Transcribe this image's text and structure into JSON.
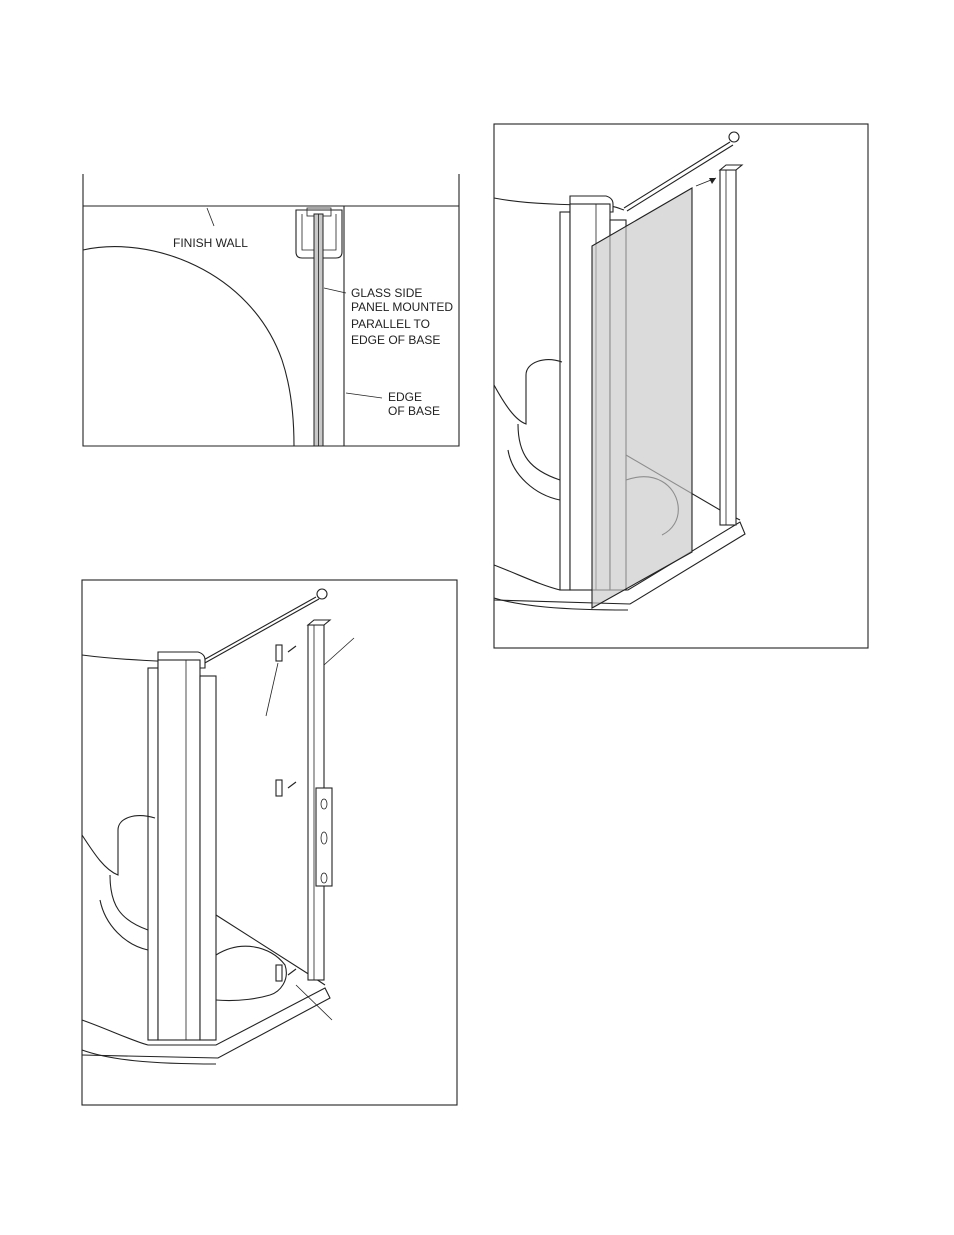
{
  "figure_top": {
    "labels": {
      "finish_wall": "FINISH WALL",
      "glass_line1": "GLASS SIDE",
      "glass_line2": "PANEL MOUNTED",
      "glass_line3": "PARALLEL TO",
      "glass_line4": "EDGE OF BASE",
      "edge_line1": "EDGE",
      "edge_line2": "OF BASE"
    }
  },
  "colors": {
    "line": "#222222",
    "glass": "#c8c8c8"
  }
}
